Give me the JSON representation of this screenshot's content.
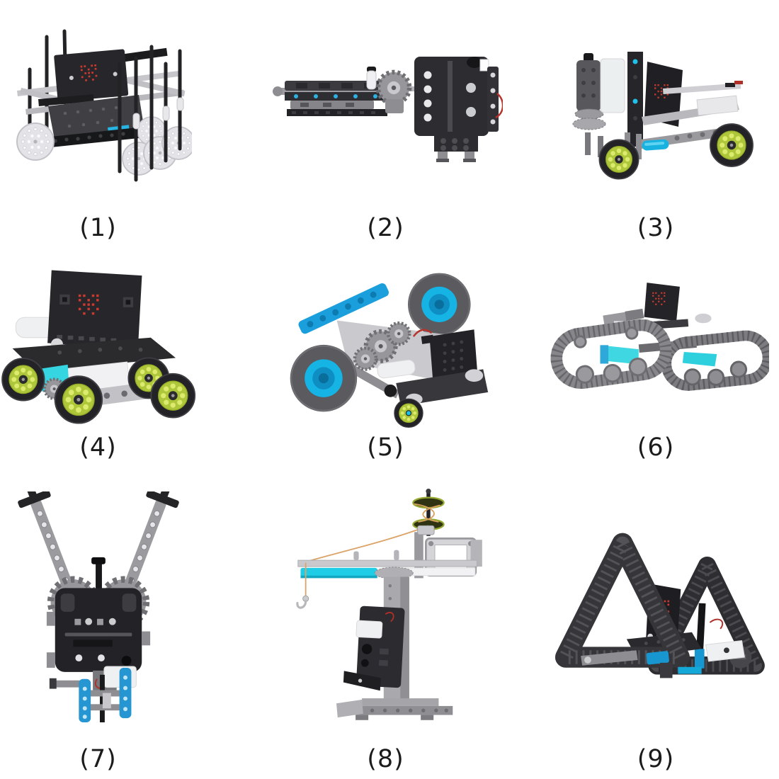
{
  "page": {
    "background": "#ffffff"
  },
  "colors": {
    "part_dark": "#27272b",
    "part_gray": "#9a9a9e",
    "part_light": "#cfcfd3",
    "accent_blue": "#1b9fdc",
    "accent_cyan": "#2fd4e2",
    "hub_cyan": "#16b4e4",
    "wheel_lime": "#aec73a",
    "led_red": "#cc3a2e",
    "wire_red": "#b5342c",
    "string_orange": "#d8a05e",
    "label_text": "#1b1b1b"
  },
  "figures": [
    {
      "id": 1,
      "label": "(1)"
    },
    {
      "id": 2,
      "label": "(2)"
    },
    {
      "id": 3,
      "label": "(3)"
    },
    {
      "id": 4,
      "label": "(4)"
    },
    {
      "id": 5,
      "label": "(5)"
    },
    {
      "id": 6,
      "label": "(6)"
    },
    {
      "id": 7,
      "label": "(7)"
    },
    {
      "id": 8,
      "label": "(8)"
    },
    {
      "id": 9,
      "label": "(9)"
    }
  ]
}
